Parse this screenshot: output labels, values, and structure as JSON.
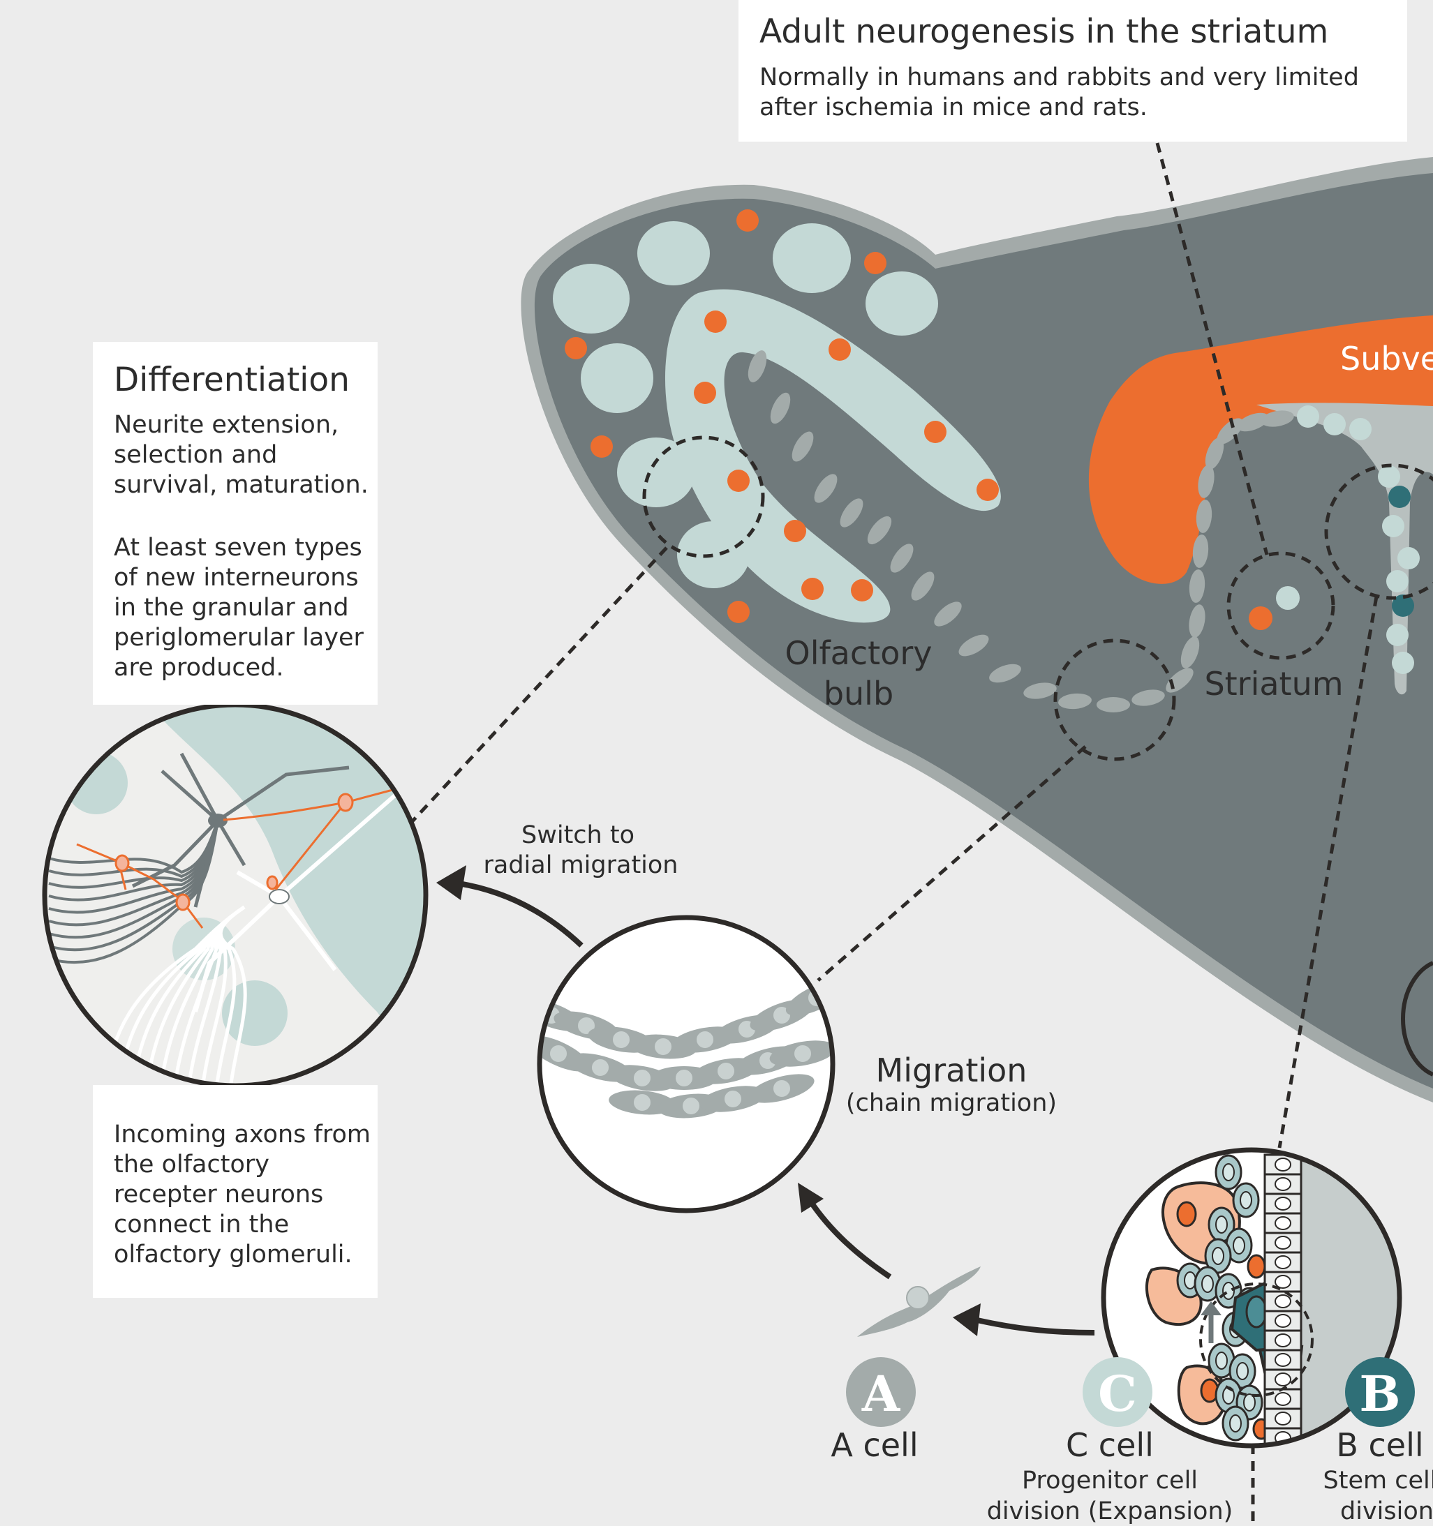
{
  "striatum_box": {
    "title": "Adult neurogenesis in the striatum",
    "text": "Normally in humans and rabbits and very limited after ischemia in mice and rats."
  },
  "differentiation_box": {
    "title": "Differentiation",
    "text1": "Neurite extension, selection and survival, maturation.",
    "text2": "At least seven types of new interneurons in the granular and periglomerular layer are produced.",
    "text3": "Incoming axons from the olfactory recepter neurons connect in the olfactory glomeruli."
  },
  "brain_labels": {
    "olfactory_bulb_1": "Olfactory",
    "olfactory_bulb_2": "bulb",
    "striatum": "Striatum",
    "svz_partial": "Subve"
  },
  "switch_label_1": "Switch to",
  "switch_label_2": "radial migration",
  "migration_label": "Migration",
  "migration_sub": "(chain migration)",
  "cells": {
    "a": {
      "letter": "A",
      "name": "A cell"
    },
    "c": {
      "letter": "C",
      "name": "C cell",
      "desc1": "Progenitor cell",
      "desc2": "division (Expansion)"
    },
    "b": {
      "letter": "B",
      "name": "B cell",
      "desc1": "Stem cell",
      "desc2": "division"
    }
  },
  "colors": {
    "background": "#ececec",
    "brain_dark": "#707a7c",
    "brain_rim": "#a3aaa9",
    "pale_teal": "#c4d9d6",
    "orange": "#ec6e2f",
    "dark_teal": "#2f6f77",
    "cell_gray": "#a3abaa",
    "outline": "#2d2a28"
  }
}
